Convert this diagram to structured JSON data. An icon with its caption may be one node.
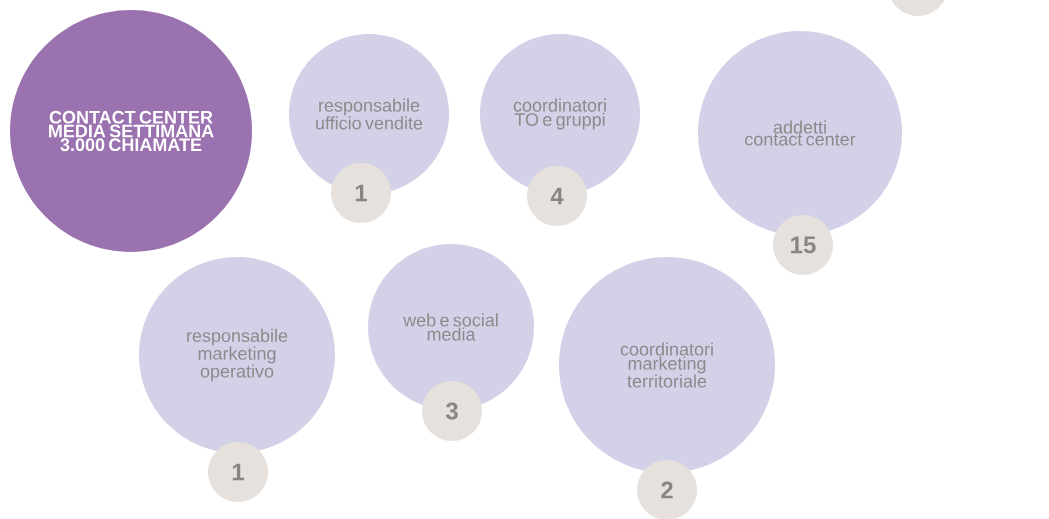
{
  "diagram": {
    "nodes": [
      {
        "text": [
          "CONTACT CENTER MEDIA SETTIMANA 3.000 CHIAMATE"
        ]
      },
      {
        "text": [
          "responsabile ufficio vendite"
        ]
      },
      {
        "text": [
          "1"
        ]
      },
      {
        "text": [
          "coordinatori TO e gruppi"
        ]
      },
      {
        "text": [
          "4"
        ]
      },
      {
        "text": [],
        "shape": "circle"
      },
      {
        "text": [
          "addetti contact center"
        ]
      },
      {
        "text": [
          "15"
        ]
      },
      {
        "text": [
          "responsabile marketing operativo"
        ]
      },
      {
        "text": [
          "1"
        ]
      },
      {
        "text": [
          "web e social media"
        ]
      },
      {
        "text": [
          "3"
        ]
      },
      {
        "text": [
          "coordinatori marketing territoriale"
        ]
      },
      {
        "text": [
          "2"
        ]
      }
    ]
  }
}
